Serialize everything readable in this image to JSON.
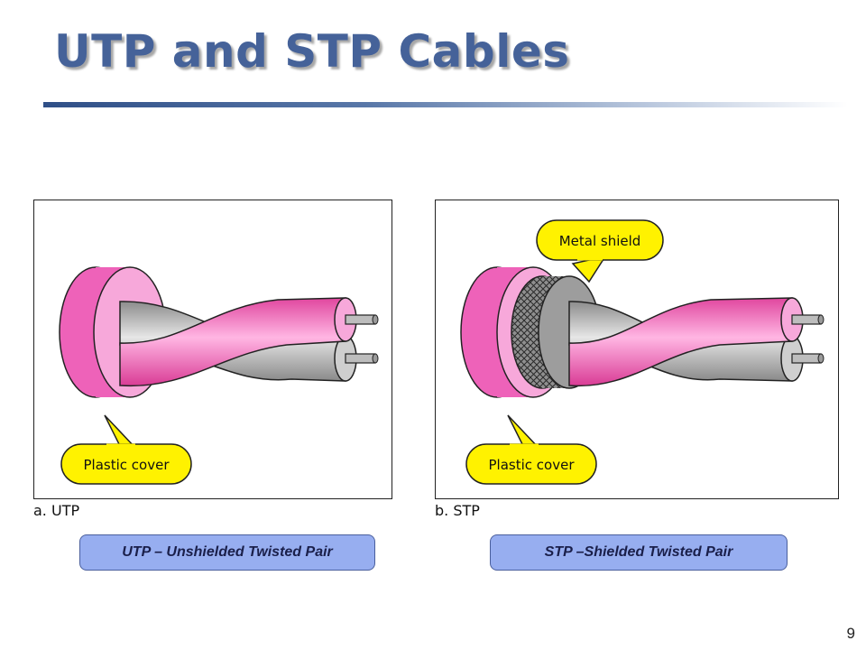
{
  "slide": {
    "title": "UTP and STP Cables",
    "page_number": "9",
    "colors": {
      "title": "#456299",
      "cable_pink": "#f26cc0",
      "cable_light_pink": "#f9a9dc",
      "conductor_gray": "#a0a0a0",
      "callout_yellow": "#fff200",
      "caption_blue": "#97aef0"
    }
  },
  "figures": {
    "utp": {
      "sub_label": "a. UTP",
      "callout_plastic": "Plastic cover",
      "caption": "UTP – Unshielded Twisted Pair"
    },
    "stp": {
      "sub_label": "b. STP",
      "callout_shield": "Metal shield",
      "callout_plastic": "Plastic cover",
      "caption": "STP –Shielded Twisted Pair"
    }
  }
}
